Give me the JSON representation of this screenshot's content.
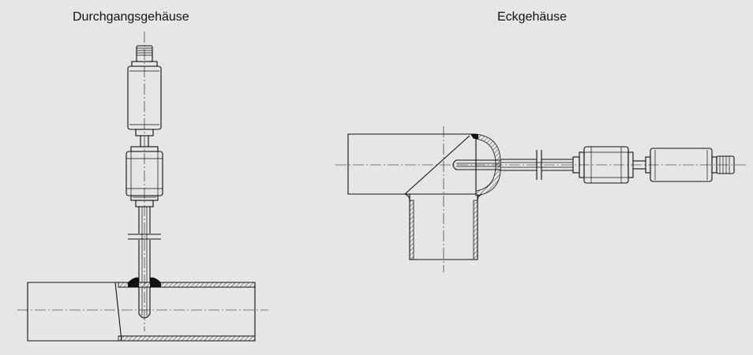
{
  "labels": {
    "left_title": "Durchgangsgehäuse",
    "right_title": "Eckgehäuse"
  },
  "colors": {
    "background": "#e6e6e6",
    "line": "#111111"
  },
  "figures": [
    {
      "name": "inline-housing",
      "label": "Durchgangsgehäuse"
    },
    {
      "name": "corner-housing",
      "label": "Eckgehäuse"
    }
  ]
}
